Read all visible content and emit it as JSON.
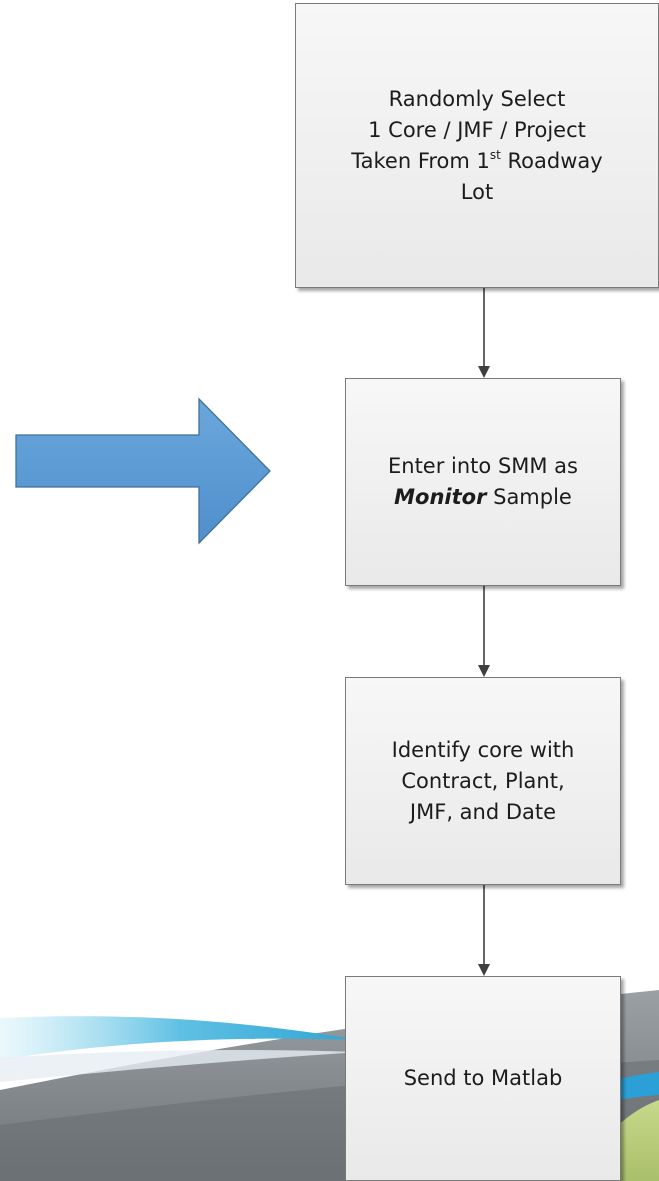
{
  "flowchart": {
    "step1": {
      "line1": "Randomly Select",
      "line2": "1 Core / JMF / Project",
      "line3_pre": "Taken From 1",
      "line3_sup": "st",
      "line3_post": " Roadway",
      "line4": "Lot"
    },
    "step2": {
      "line1": "Enter into SMM as",
      "line2_emph": "Monitor",
      "line2_post": " Sample"
    },
    "step3": {
      "line1": "Identify core with",
      "line2": "Contract, Plant,",
      "line3": "JMF, and Date"
    },
    "step4": {
      "line1": "Send to Matlab"
    }
  },
  "colors": {
    "big_arrow_fill": "#5b9bd5",
    "big_arrow_stroke": "#41719c",
    "connector": "#3f3f3f",
    "swoosh_gray": "#8f9497",
    "swoosh_dark": "#646a6e",
    "swoosh_blue": "#6fc3e0",
    "swoosh_green": "#b7cc7e"
  },
  "icons": {
    "big_arrow": "right-arrow-icon"
  }
}
